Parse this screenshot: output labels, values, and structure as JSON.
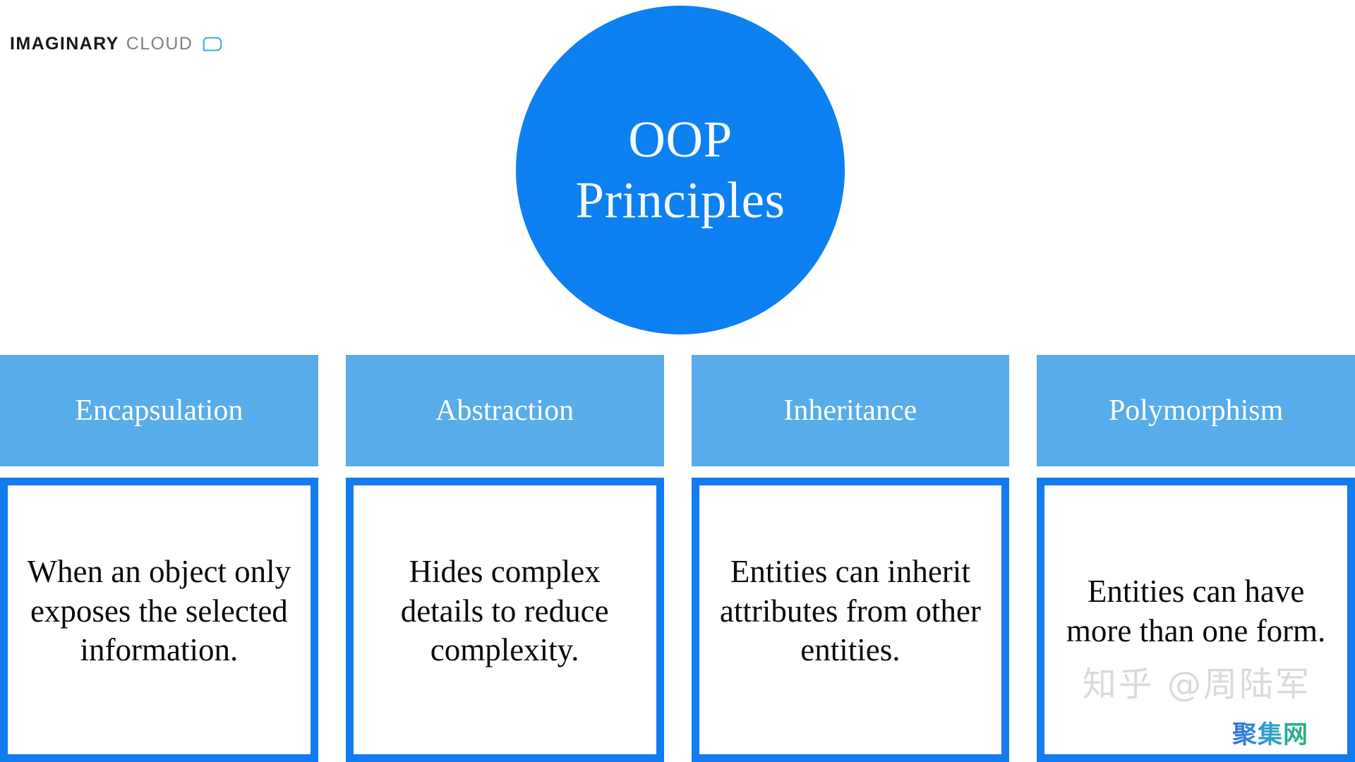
{
  "brand": {
    "name_bold": "IMAGINARY",
    "name_light": "CLOUD",
    "icon": "chat-bubble-icon",
    "icon_color": "#3fa9f5"
  },
  "hub": {
    "line1": "OOP",
    "line2": "Principles",
    "background_color": "#0d80f2",
    "text_color": "#f4fbff"
  },
  "colors": {
    "accent_blue": "#0d80f2",
    "header_blue": "#58ace9",
    "border_blue": "#127cf0",
    "page_background": "#ffffff",
    "body_text": "#0b0b0b"
  },
  "columns": [
    {
      "header": "Encapsulation",
      "body": "When an object only exposes the selected information."
    },
    {
      "header": "Abstraction",
      "body": "Hides complex details to reduce complexity."
    },
    {
      "header": "Inheritance",
      "body": "Entities can inherit attributes from other entities."
    },
    {
      "header": "Polymorphism",
      "body": "Entities can have more than one form."
    }
  ],
  "watermarks": {
    "zhihu": "知乎 @周陆军",
    "juji": "聚集网"
  }
}
